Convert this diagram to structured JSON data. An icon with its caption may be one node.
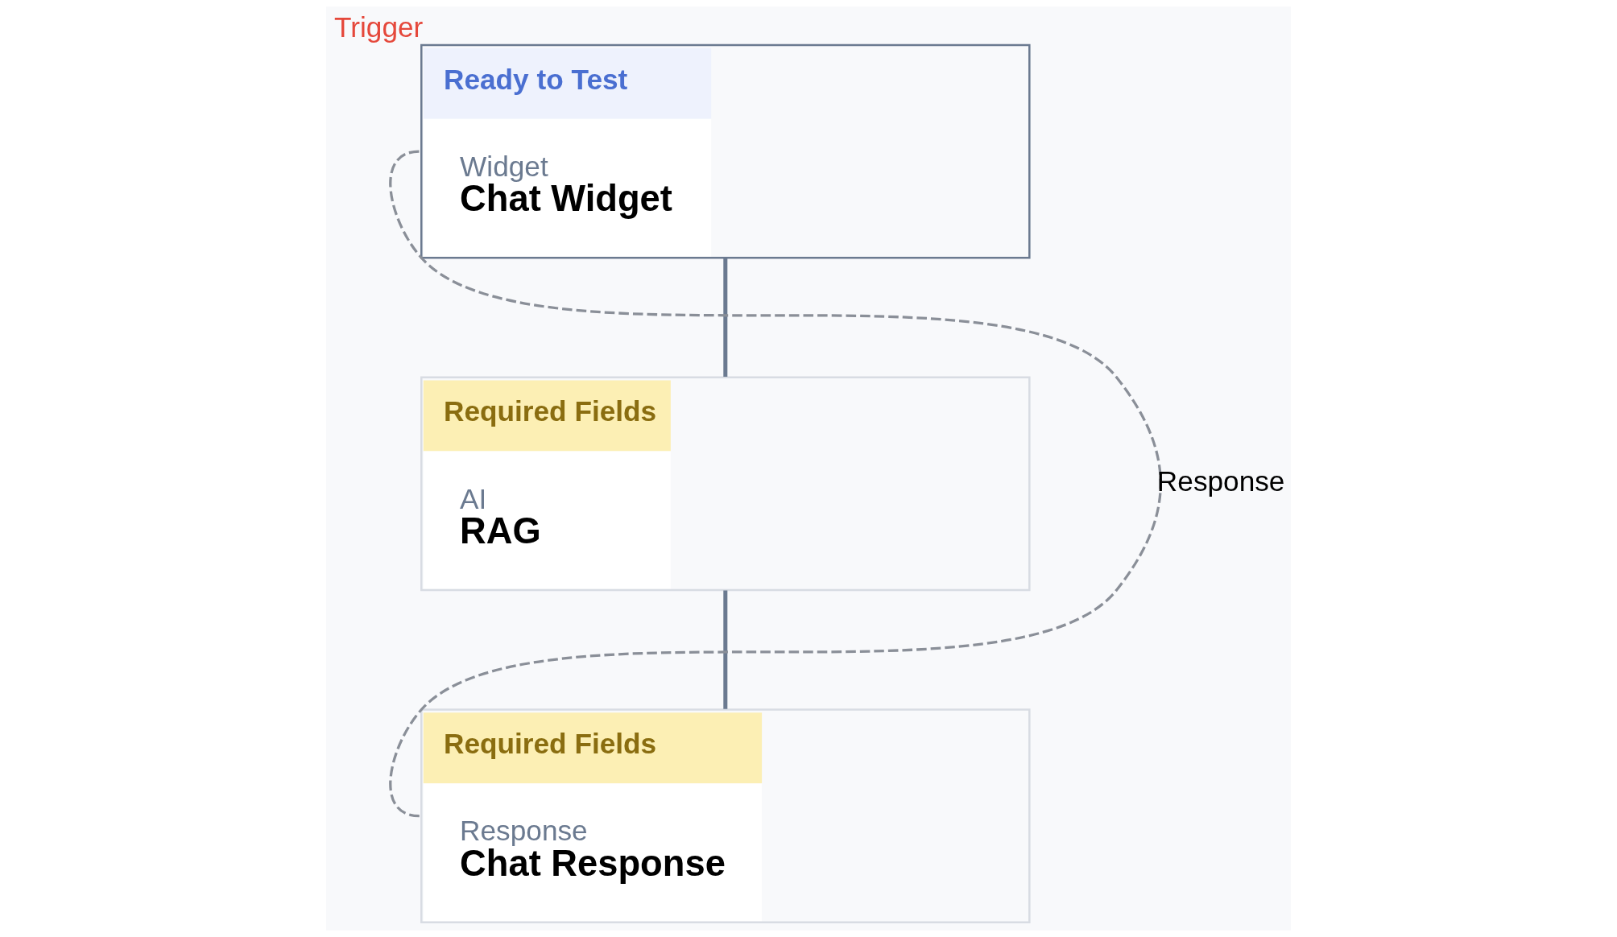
{
  "diagram": {
    "nodes": [
      {
        "text": [
          "Ready to Test",
          "Widget",
          "Chat Widget"
        ],
        "beside": [
          "Trigger"
        ]
      },
      {
        "text": [
          "Required Fields",
          "AI",
          "RAG"
        ]
      },
      {
        "text": [
          "Required Fields",
          "Response",
          "Chat Response"
        ]
      }
    ],
    "edges": [
      {
        "from": 0,
        "to": 1,
        "arrow": "none"
      },
      {
        "from": 1,
        "to": 2,
        "arrow": "none"
      },
      {
        "from": 2,
        "to": 0,
        "arrow": "none",
        "label": "Response",
        "style": "dashed",
        "color": "#8a8f98"
      }
    ]
  }
}
